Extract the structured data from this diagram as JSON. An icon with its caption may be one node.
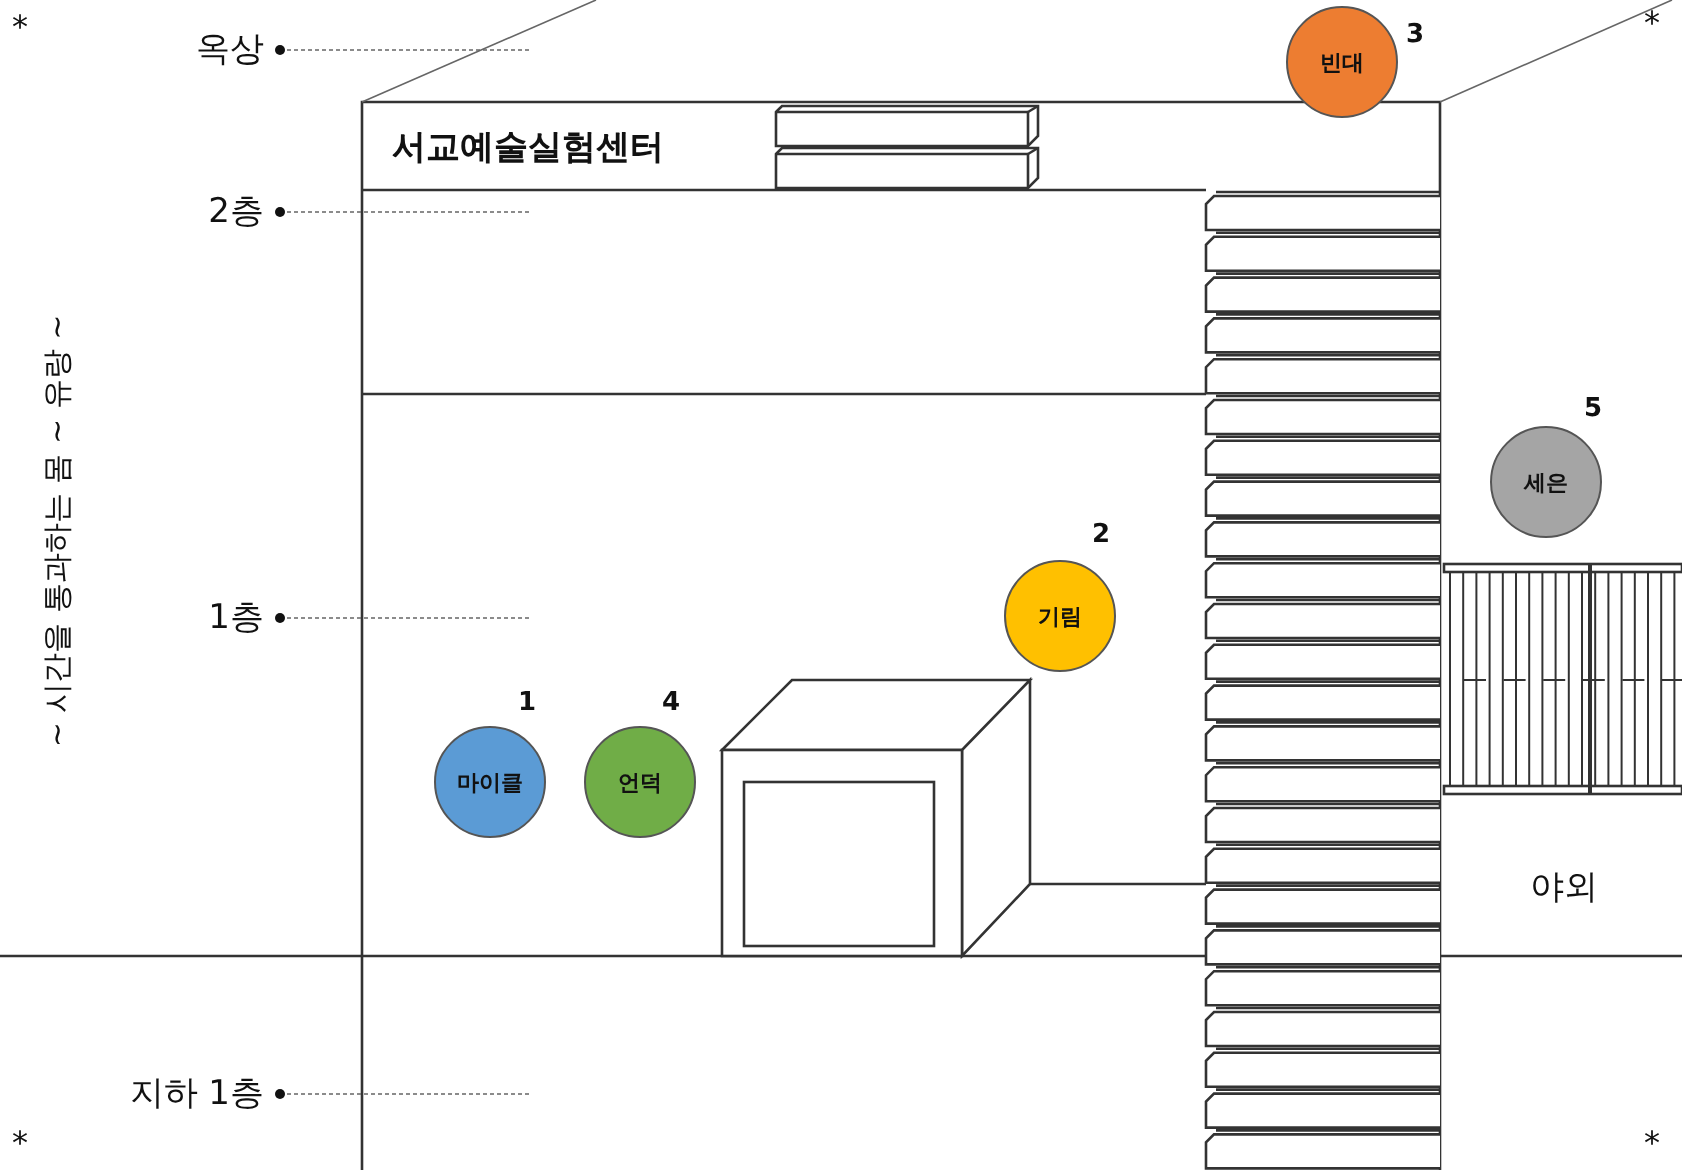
{
  "diagram": {
    "nodes": [
      {
        "text": [
          "옥상"
        ]
      },
      {
        "text": [
          "빈대"
        ],
        "beside": [
          "3"
        ]
      },
      {
        "text": [
          "서교예술실험센터"
        ]
      },
      {
        "text": [
          "2층"
        ]
      },
      {
        "text": [
          "세은"
        ],
        "beside": [
          "5"
        ]
      },
      {
        "text": [
          "기림"
        ],
        "beside": [
          "2"
        ]
      },
      {
        "text": [
          "1층"
        ]
      },
      {
        "text": [
          "마이클"
        ],
        "beside": [
          "1"
        ]
      },
      {
        "text": [
          "언덕"
        ],
        "beside": [
          "4"
        ]
      },
      {
        "text": [
          "지하 1층"
        ]
      }
    ],
    "edges": [
      {
        "from": 0,
        "to": null,
        "arrow": "other",
        "style": "dashed"
      },
      {
        "from": 3,
        "to": null,
        "arrow": "other",
        "style": "dashed"
      },
      {
        "from": 6,
        "to": null,
        "arrow": "other",
        "style": "dashed"
      },
      {
        "from": 9,
        "to": null,
        "arrow": "other",
        "style": "dashed"
      }
    ],
    "labels": [
      "*",
      "*",
      "~ 시간을 통과하는 몸 ~ 유랑 ~",
      "야외",
      "*",
      "*"
    ]
  }
}
